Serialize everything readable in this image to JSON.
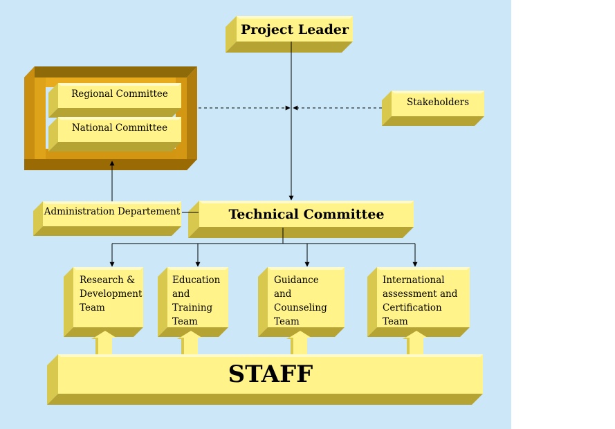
{
  "diagram": {
    "nodes": {
      "project_leader": "Project Leader",
      "regional_committee": "Regional Committee",
      "national_committee": "National Committee",
      "stakeholders": "Stakeholders",
      "administration_department": "Administration Departement",
      "technical_committee": "Technical Committee",
      "research_team": "Research & Development Team",
      "education_team": "Education and Training Team",
      "guidance_team": "Guidance and Counseling Team",
      "international_team": "International assessment and Certification Team",
      "staff": "STAFF"
    },
    "colors": {
      "background": "#cce8f8",
      "box_front": "#fff38a",
      "box_top": "#fffbc8",
      "box_side": "#d8c84e",
      "box_bottom": "#b5a334",
      "frame": "#d79b14",
      "frame_dark": "#9a6a05",
      "line": "#000000"
    }
  }
}
